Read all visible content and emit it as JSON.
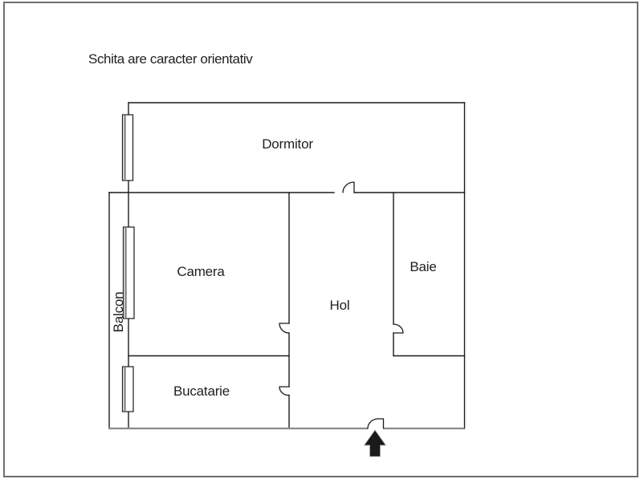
{
  "title": "Schita are caracter orientativ",
  "floorplan": {
    "rooms": [
      {
        "name": "dormitor",
        "label": "Dormitor"
      },
      {
        "name": "camera",
        "label": "Camera"
      },
      {
        "name": "hol",
        "label": "Hol"
      },
      {
        "name": "baie",
        "label": "Baie"
      },
      {
        "name": "bucatarie",
        "label": "Bucatarie"
      },
      {
        "name": "balcon",
        "label": "Balcon"
      }
    ],
    "symbols": {
      "windows_count": 3,
      "doors_count": 5,
      "entrance_arrow": "up-arrow"
    },
    "colors": {
      "wall": "#1c1c1c",
      "secondary_wall": "#8a8a8a",
      "text": "#1f1f1f",
      "background": "#ffffff",
      "frame_border": "#6e6e6e"
    }
  }
}
